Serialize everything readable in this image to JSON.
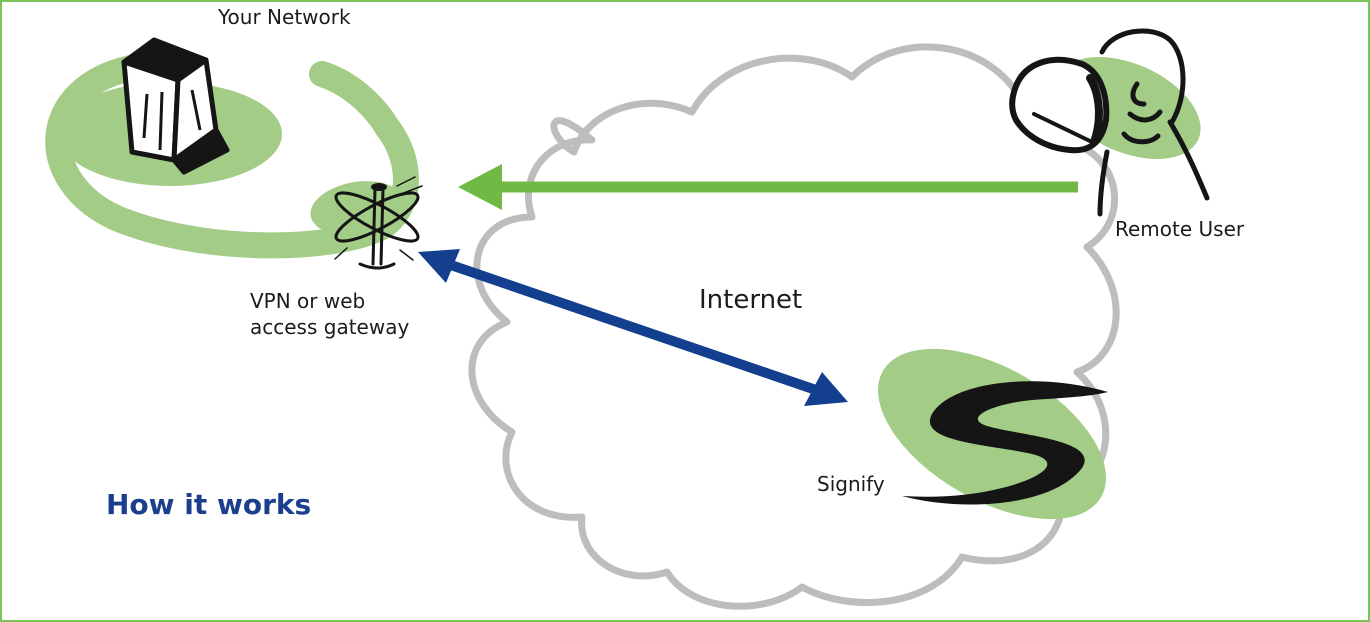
{
  "labels": {
    "your_network": "Your Network",
    "gateway_line1": "VPN or web",
    "gateway_line2": "access gateway",
    "remote_user": "Remote User",
    "internet": "Internet",
    "signify": "Signify",
    "how_it_works": "How it works"
  },
  "colors": {
    "frame": "#7ec25a",
    "light_green": "#a3cc86",
    "arrow_green": "#71b945",
    "arrow_blue": "#133f8e",
    "cloud_stroke": "#bdbdbd",
    "title_blue": "#1b3f8e",
    "ink": "#151515"
  },
  "icons": [
    "server-tower-icon",
    "gateway-turnstile-icon",
    "remote-user-icon",
    "signify-logo-icon",
    "internet-cloud-icon"
  ]
}
